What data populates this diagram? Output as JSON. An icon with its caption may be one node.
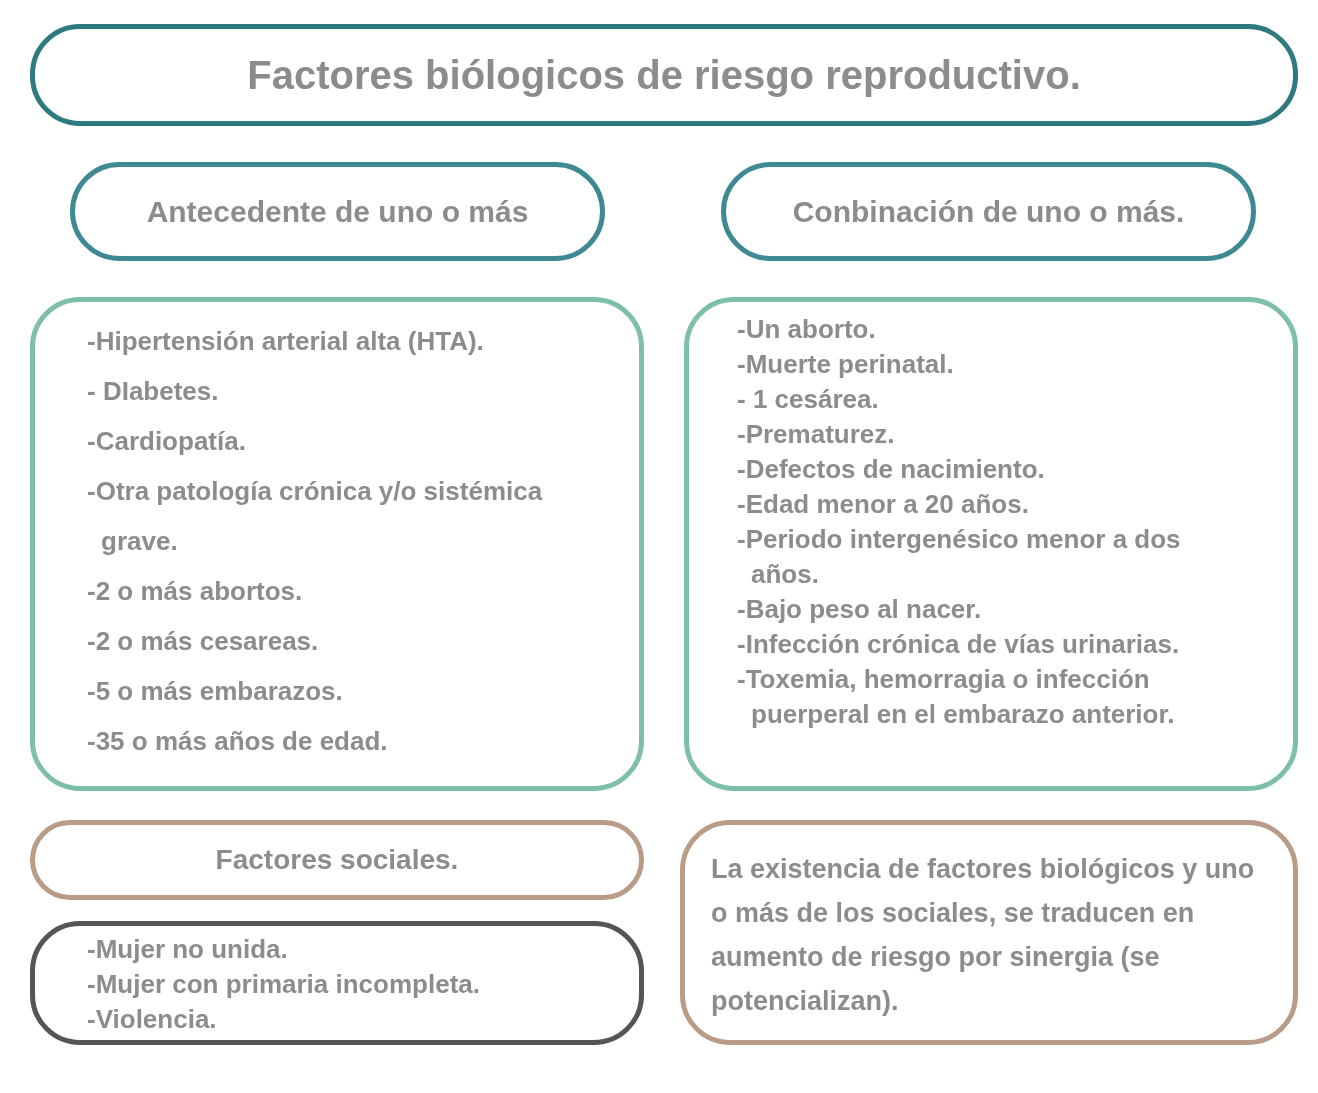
{
  "diagram": {
    "nodes": [
      {
        "text": [
          "Factores biólogicos de riesgo reproductivo."
        ]
      },
      {
        "text": [
          "Antecedente de uno o más"
        ]
      },
      {
        "text": [
          "Conbinación de uno o más."
        ]
      },
      {
        "text": [
          "-Hipertensión arterial alta (HTA).",
          "- DIabetes.",
          "-Cardiopatía.",
          "-Otra patología crónica y/o sistémica grave.",
          "-2 o más abortos.",
          "-2 o más cesareas.",
          "-5 o más embarazos.",
          "-35 o más años de edad."
        ]
      },
      {
        "text": [
          "-Un aborto.",
          "-Muerte perinatal.",
          "- 1 cesárea.",
          "-Prematurez.",
          "-Defectos de nacimiento.",
          "-Edad menor a 20 años.",
          "-Periodo intergenésico menor a dos años.",
          "-Bajo peso al nacer.",
          "-Infección crónica de vías urinarias.",
          "-Toxemia, hemorragia o infección puerperal en el embarazo anterior."
        ]
      },
      {
        "text": [
          "Factores sociales."
        ]
      },
      {
        "text": [
          "-Mujer no unida.",
          "-Mujer con primaria incompleta.",
          "-Violencia."
        ]
      },
      {
        "text": [
          "La existencia de factores biológicos y uno o más de los sociales, se traducen en aumento de riesgo por sinergia (se potencializan)."
        ]
      }
    ]
  }
}
